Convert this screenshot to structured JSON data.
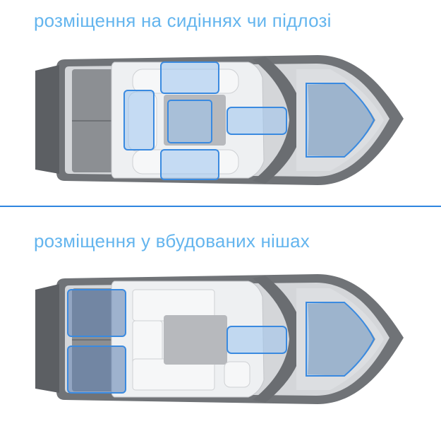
{
  "colors": {
    "accent": "#64b5ee",
    "highlight_stroke": "#2f86e0",
    "highlight_fill": "#7fb2e8",
    "hull": "#6b6e72",
    "deck": "#d2d4d7",
    "seat": "#f1f2f4"
  },
  "icons": {
    "boat": "boat-top-view-icon"
  },
  "sections": [
    {
      "caption": "розміщення на сидіннях чи підлозі",
      "storage_zones": [
        "seats",
        "floor"
      ]
    },
    {
      "caption": "розміщення у вбудованих нішах",
      "storage_zones": [
        "built-in-niches"
      ]
    }
  ]
}
